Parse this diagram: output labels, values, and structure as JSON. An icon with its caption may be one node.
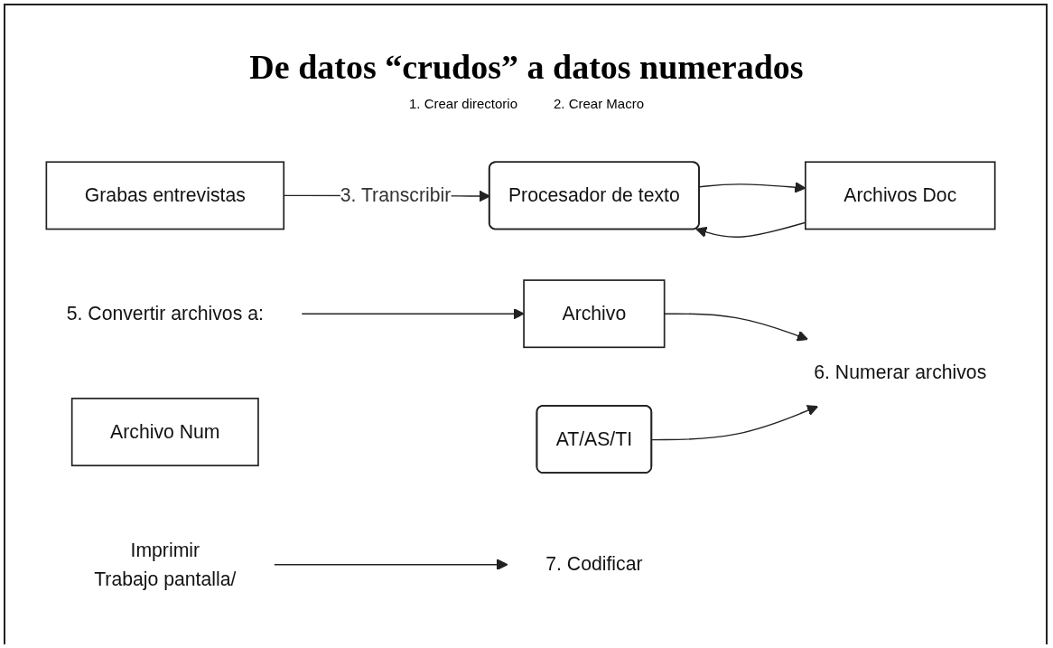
{
  "diagram": {
    "title": "De datos “crudos” a datos numerados",
    "nodes": [
      {
        "text": [
          "Grabas entrevistas"
        ]
      },
      {
        "text": [
          "Procesador de texto"
        ]
      },
      {
        "text": [
          "Archivos Doc"
        ]
      },
      {
        "text": [
          "5. Convertir archivos a:"
        ]
      },
      {
        "text": [
          "Archivo"
        ]
      },
      {
        "text": [
          "AT/AS/TI"
        ]
      },
      {
        "text": [
          "6. Numerar archivos"
        ]
      },
      {
        "text": [
          "Archivo Num"
        ]
      },
      {
        "text": [
          "Imprimir",
          "Trabajo pantalla/"
        ]
      },
      {
        "text": [
          "7. Codificar"
        ]
      }
    ],
    "edges": [
      {
        "from": 0,
        "to": 1,
        "arrow": "to",
        "label": "3. Transcribir"
      },
      {
        "from": 1,
        "to": 2,
        "arrow": "to"
      },
      {
        "from": 2,
        "to": 1,
        "arrow": "to"
      },
      {
        "from": 3,
        "to": 4,
        "arrow": "to"
      },
      {
        "from": 4,
        "to": 6,
        "arrow": "to"
      },
      {
        "from": 5,
        "to": 6,
        "arrow": "to"
      },
      {
        "from": 8,
        "to": 9,
        "arrow": "to"
      }
    ],
    "labels": [
      "1. Crear directorio",
      "2. Crear Macro"
    ]
  }
}
